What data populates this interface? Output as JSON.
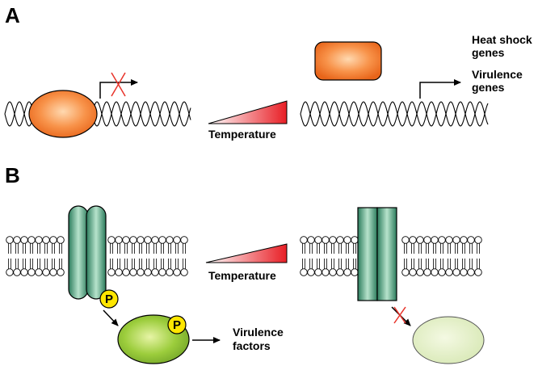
{
  "panel_a": {
    "letter": "A",
    "gradient_label": "Temperature",
    "heat_shock_label": [
      "Heat shock",
      "genes"
    ],
    "virulence_label": [
      "Virulence",
      "genes"
    ]
  },
  "panel_b": {
    "letter": "B",
    "gradient_label": "Temperature",
    "phospho_symbol": "P",
    "factors_label": [
      "Virulence",
      "factors"
    ]
  },
  "colors": {
    "repressor_orange": "#f47a20",
    "receptor_green": "#2e8b6a",
    "response_green": "#8cc63f",
    "response_green_faded": "#dcebb8",
    "phosphate_yellow": "#ffe600",
    "block_cross_red": "#e8332a",
    "gradient_red": "#e81e25"
  }
}
